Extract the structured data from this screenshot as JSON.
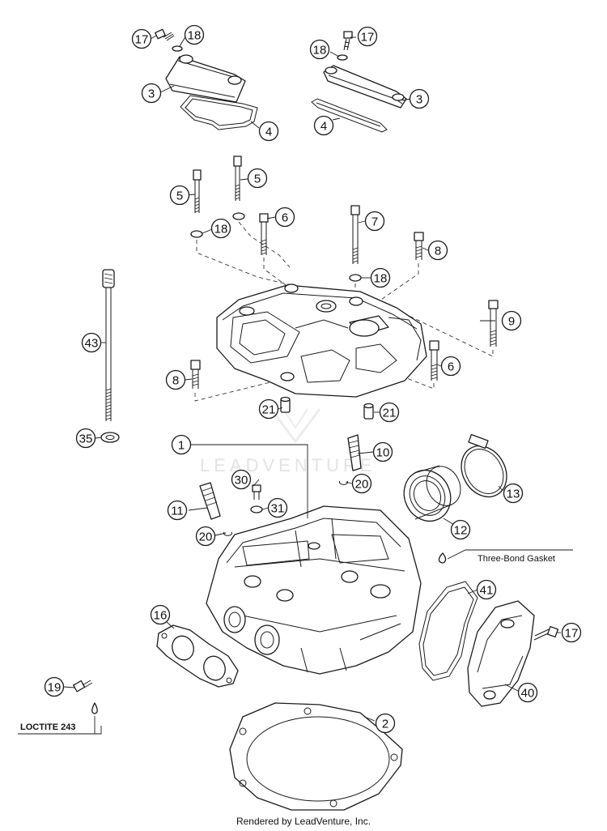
{
  "callouts": [
    {
      "number": "17"
    },
    {
      "number": "18"
    },
    {
      "number": "3"
    },
    {
      "number": "4"
    },
    {
      "number": "18"
    },
    {
      "number": "17"
    },
    {
      "number": "3"
    },
    {
      "number": "4"
    },
    {
      "number": "5"
    },
    {
      "number": "5"
    },
    {
      "number": "18"
    },
    {
      "number": "6"
    },
    {
      "number": "7"
    },
    {
      "number": "8"
    },
    {
      "number": "18"
    },
    {
      "number": "9"
    },
    {
      "number": "43"
    },
    {
      "number": "8"
    },
    {
      "number": "6"
    },
    {
      "number": "21"
    },
    {
      "number": "21"
    },
    {
      "number": "35"
    },
    {
      "number": "1"
    },
    {
      "number": "10"
    },
    {
      "number": "20"
    },
    {
      "number": "30"
    },
    {
      "number": "13"
    },
    {
      "number": "11"
    },
    {
      "number": "31"
    },
    {
      "number": "20"
    },
    {
      "number": "12"
    },
    {
      "number": "41"
    },
    {
      "number": "16"
    },
    {
      "number": "17"
    },
    {
      "number": "40"
    },
    {
      "number": "19"
    },
    {
      "number": "2"
    }
  ],
  "annotations": {
    "gasket_note": "Three-Bond Gasket",
    "loctite_note": "LOCTITE 243"
  },
  "watermark": "LEADVENTURE",
  "footer": {
    "credit": "Rendered by LeadVenture, Inc."
  }
}
